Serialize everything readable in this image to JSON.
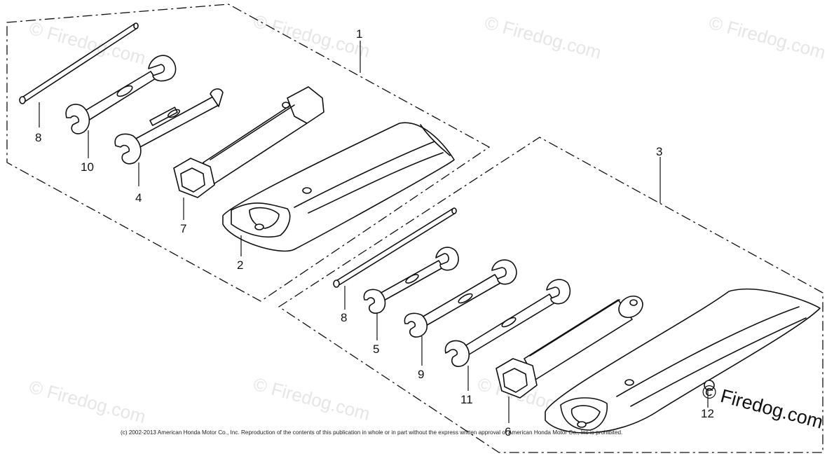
{
  "diagram": {
    "callouts": {
      "set_a": "1",
      "set_b": "3",
      "bag_a": "2",
      "bar_a": "8",
      "bar_b": "8",
      "wrench_10": "10",
      "wrench_4": "4",
      "box_a": "7",
      "wrench_5": "5",
      "wrench_9": "9",
      "wrench_11": "11",
      "box_b": "6",
      "clip": "12"
    },
    "watermark": {
      "text": "Firedog.com",
      "text_strong": "© Firedog.com"
    },
    "copyright": "(c) 2002-2013 American Honda Motor Co., Inc. Reproduction of the contents of this publication in whole or in part without the express written approval of American Honda Motor Co., Inc is prohibited."
  }
}
